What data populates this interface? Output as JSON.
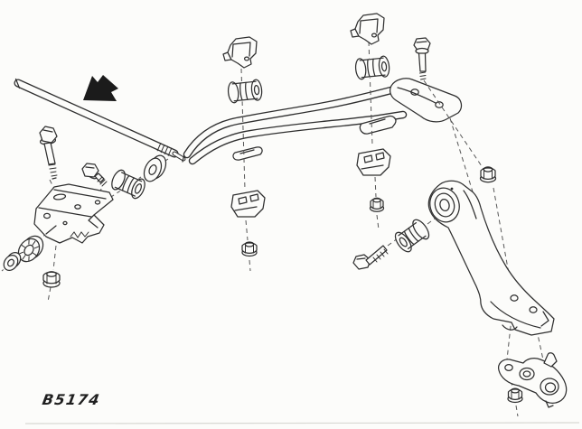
{
  "figure": {
    "label": "B5174"
  },
  "arrow": {
    "icon": "direction-arrow"
  },
  "colors": {
    "background": "#fcfcfa",
    "line": "#2f2f2f",
    "dash_line": "#565656",
    "arrow_fill": "#1b1b1b",
    "label_text": "#1f1f1f",
    "edge_line": "#d8d8d3"
  },
  "parts": [
    "stabilizer-bar",
    "stabilizer-bar-left-arm",
    "bar-end-washer",
    "bar-end-bushing",
    "long-mounting-bolt",
    "small-bracket-bolt",
    "stabilizer-mounting-bracket",
    "cup-washer-large",
    "cup-washer-small",
    "bracket-nut",
    "bar-clamp-upper-1",
    "clamp-rubber-bushing-1",
    "clamp-lower-plate-1",
    "clamp-nut-1",
    "bar-clamp-upper-2",
    "clamp-rubber-bushing-2",
    "clamp-lower-plate-2",
    "clamp-nut-2",
    "bar-end-bolt",
    "control-arm-nut",
    "control-arm",
    "control-arm-bushing",
    "control-arm-bolt",
    "ball-joint",
    "ball-joint-nut"
  ]
}
